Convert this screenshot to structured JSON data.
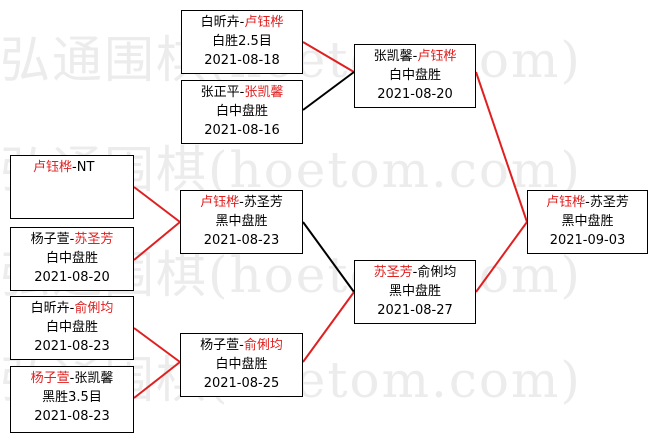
{
  "watermark": "弘通围棋(hoetom.com)",
  "sep": "-",
  "colors": {
    "win_line": "#e02020",
    "lose_line": "#000000",
    "winner_text": "#e02020"
  },
  "matches": {
    "r1a": {
      "p1": "卢钰桦",
      "p2": "NT",
      "result": "",
      "date": ""
    },
    "r1b": {
      "p1": "杨子萱",
      "p2": "苏圣芳",
      "result": "白中盘胜",
      "date": "2021-08-20"
    },
    "r1c": {
      "p1": "白昕卉",
      "p2": "俞俐均",
      "result": "白中盘胜",
      "date": "2021-08-23"
    },
    "r1d": {
      "p1": "杨子萱",
      "p2": "张凯馨",
      "result": "黑胜3.5目",
      "date": "2021-08-23"
    },
    "qa": {
      "p1": "白昕卉",
      "p2": "卢钰桦",
      "result": "白胜2.5目",
      "date": "2021-08-18"
    },
    "qb": {
      "p1": "张正平",
      "p2": "张凯馨",
      "result": "白中盘胜",
      "date": "2021-08-16"
    },
    "qc": {
      "p1": "卢钰桦",
      "p2": "苏圣芳",
      "result": "黑中盘胜",
      "date": "2021-08-23"
    },
    "qd": {
      "p1": "杨子萱",
      "p2": "俞俐均",
      "result": "白中盘胜",
      "date": "2021-08-25"
    },
    "sa": {
      "p1": "张凯馨",
      "p2": "卢钰桦",
      "result": "白中盘胜",
      "date": "2021-08-20"
    },
    "sb": {
      "p1": "苏圣芳",
      "p2": "俞俐均",
      "result": "黑中盘胜",
      "date": "2021-08-27"
    },
    "final": {
      "p1": "卢钰桦",
      "p2": "苏圣芳",
      "result": "黑中盘胜",
      "date": "2021-09-03"
    }
  }
}
